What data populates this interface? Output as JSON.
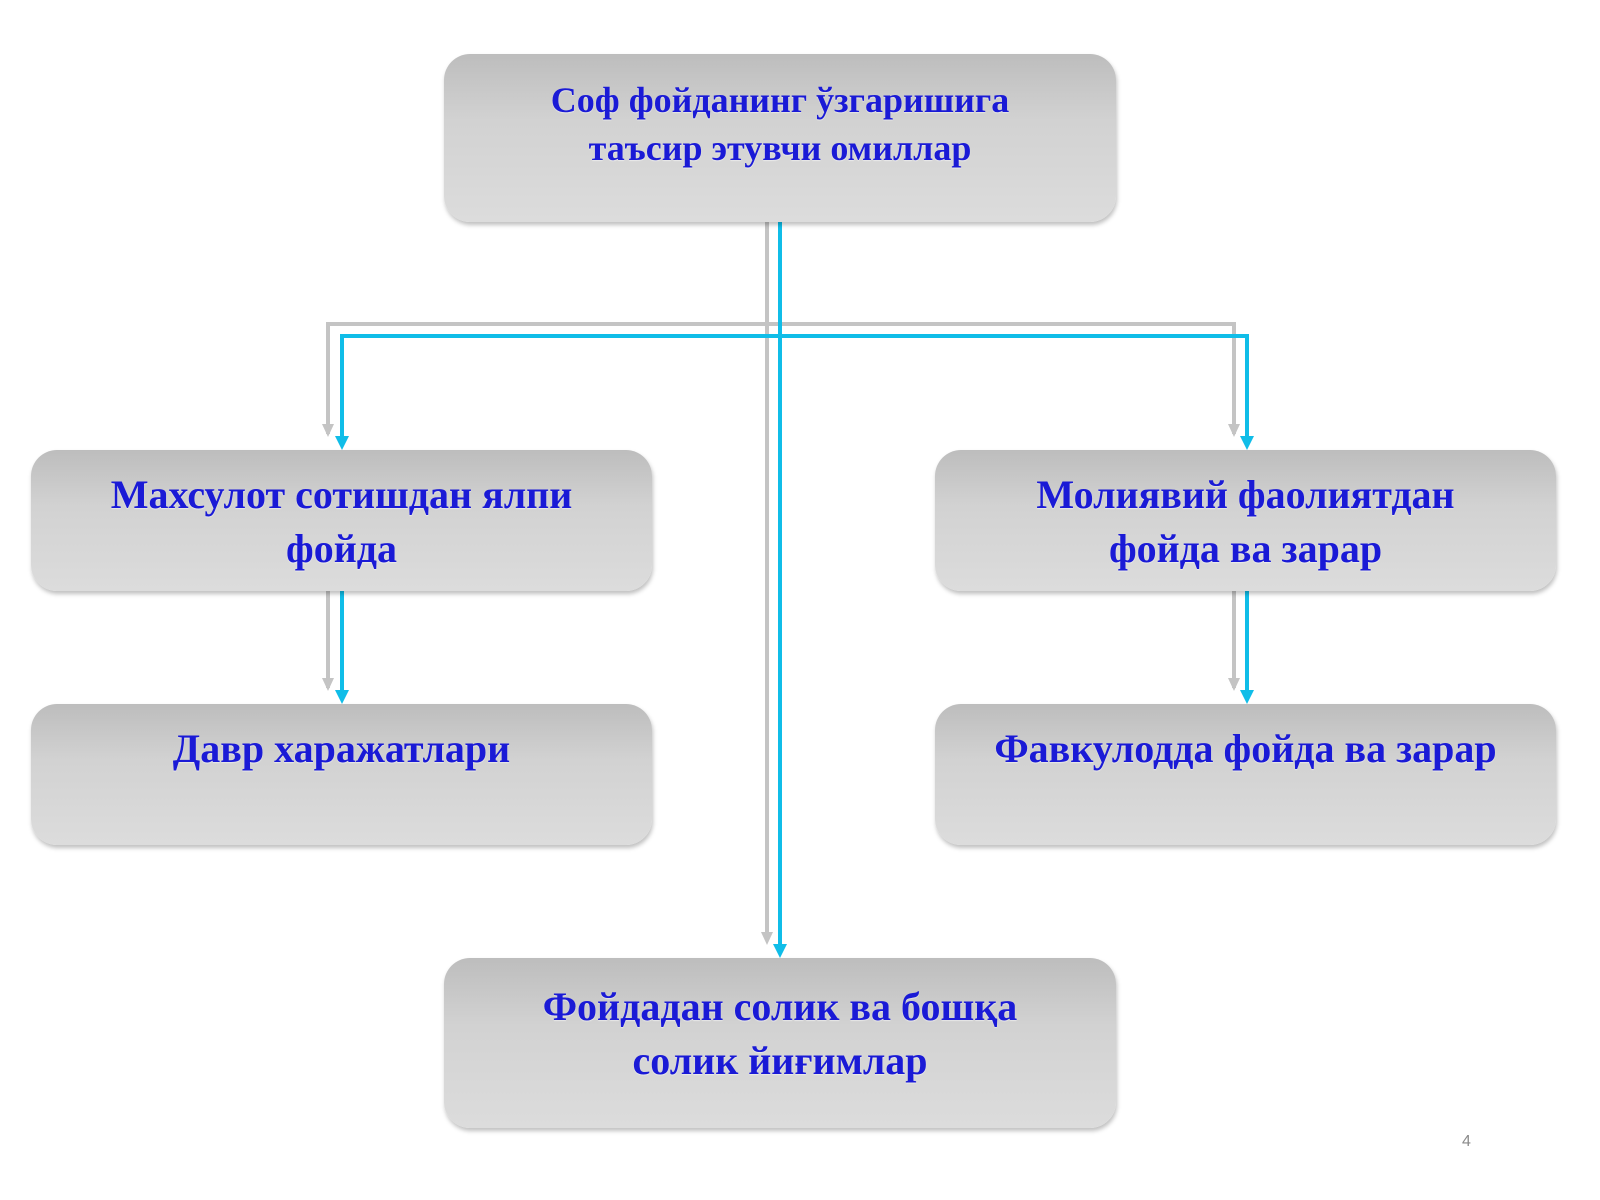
{
  "boxes": {
    "top": [
      "Соф фойданинг ўзгаришига",
      "таъсир этувчи омиллар"
    ],
    "left": [
      "Махсулот сотишдан ялпи",
      "фойда"
    ],
    "right": [
      "Молиявий фаолиятдан",
      "фойда ва зарар"
    ],
    "left2": [
      "Давр харажатлари"
    ],
    "right2": [
      "Фавкулодда фойда ва зарар"
    ],
    "bottom": [
      "Фойдадан солик ва бошқа",
      "солик йиғимлар"
    ]
  },
  "page_number": "4",
  "colors": {
    "text": "#1a1ad6",
    "connector_primary": "#10bde8",
    "connector_shadow": "#c4c4c4"
  }
}
